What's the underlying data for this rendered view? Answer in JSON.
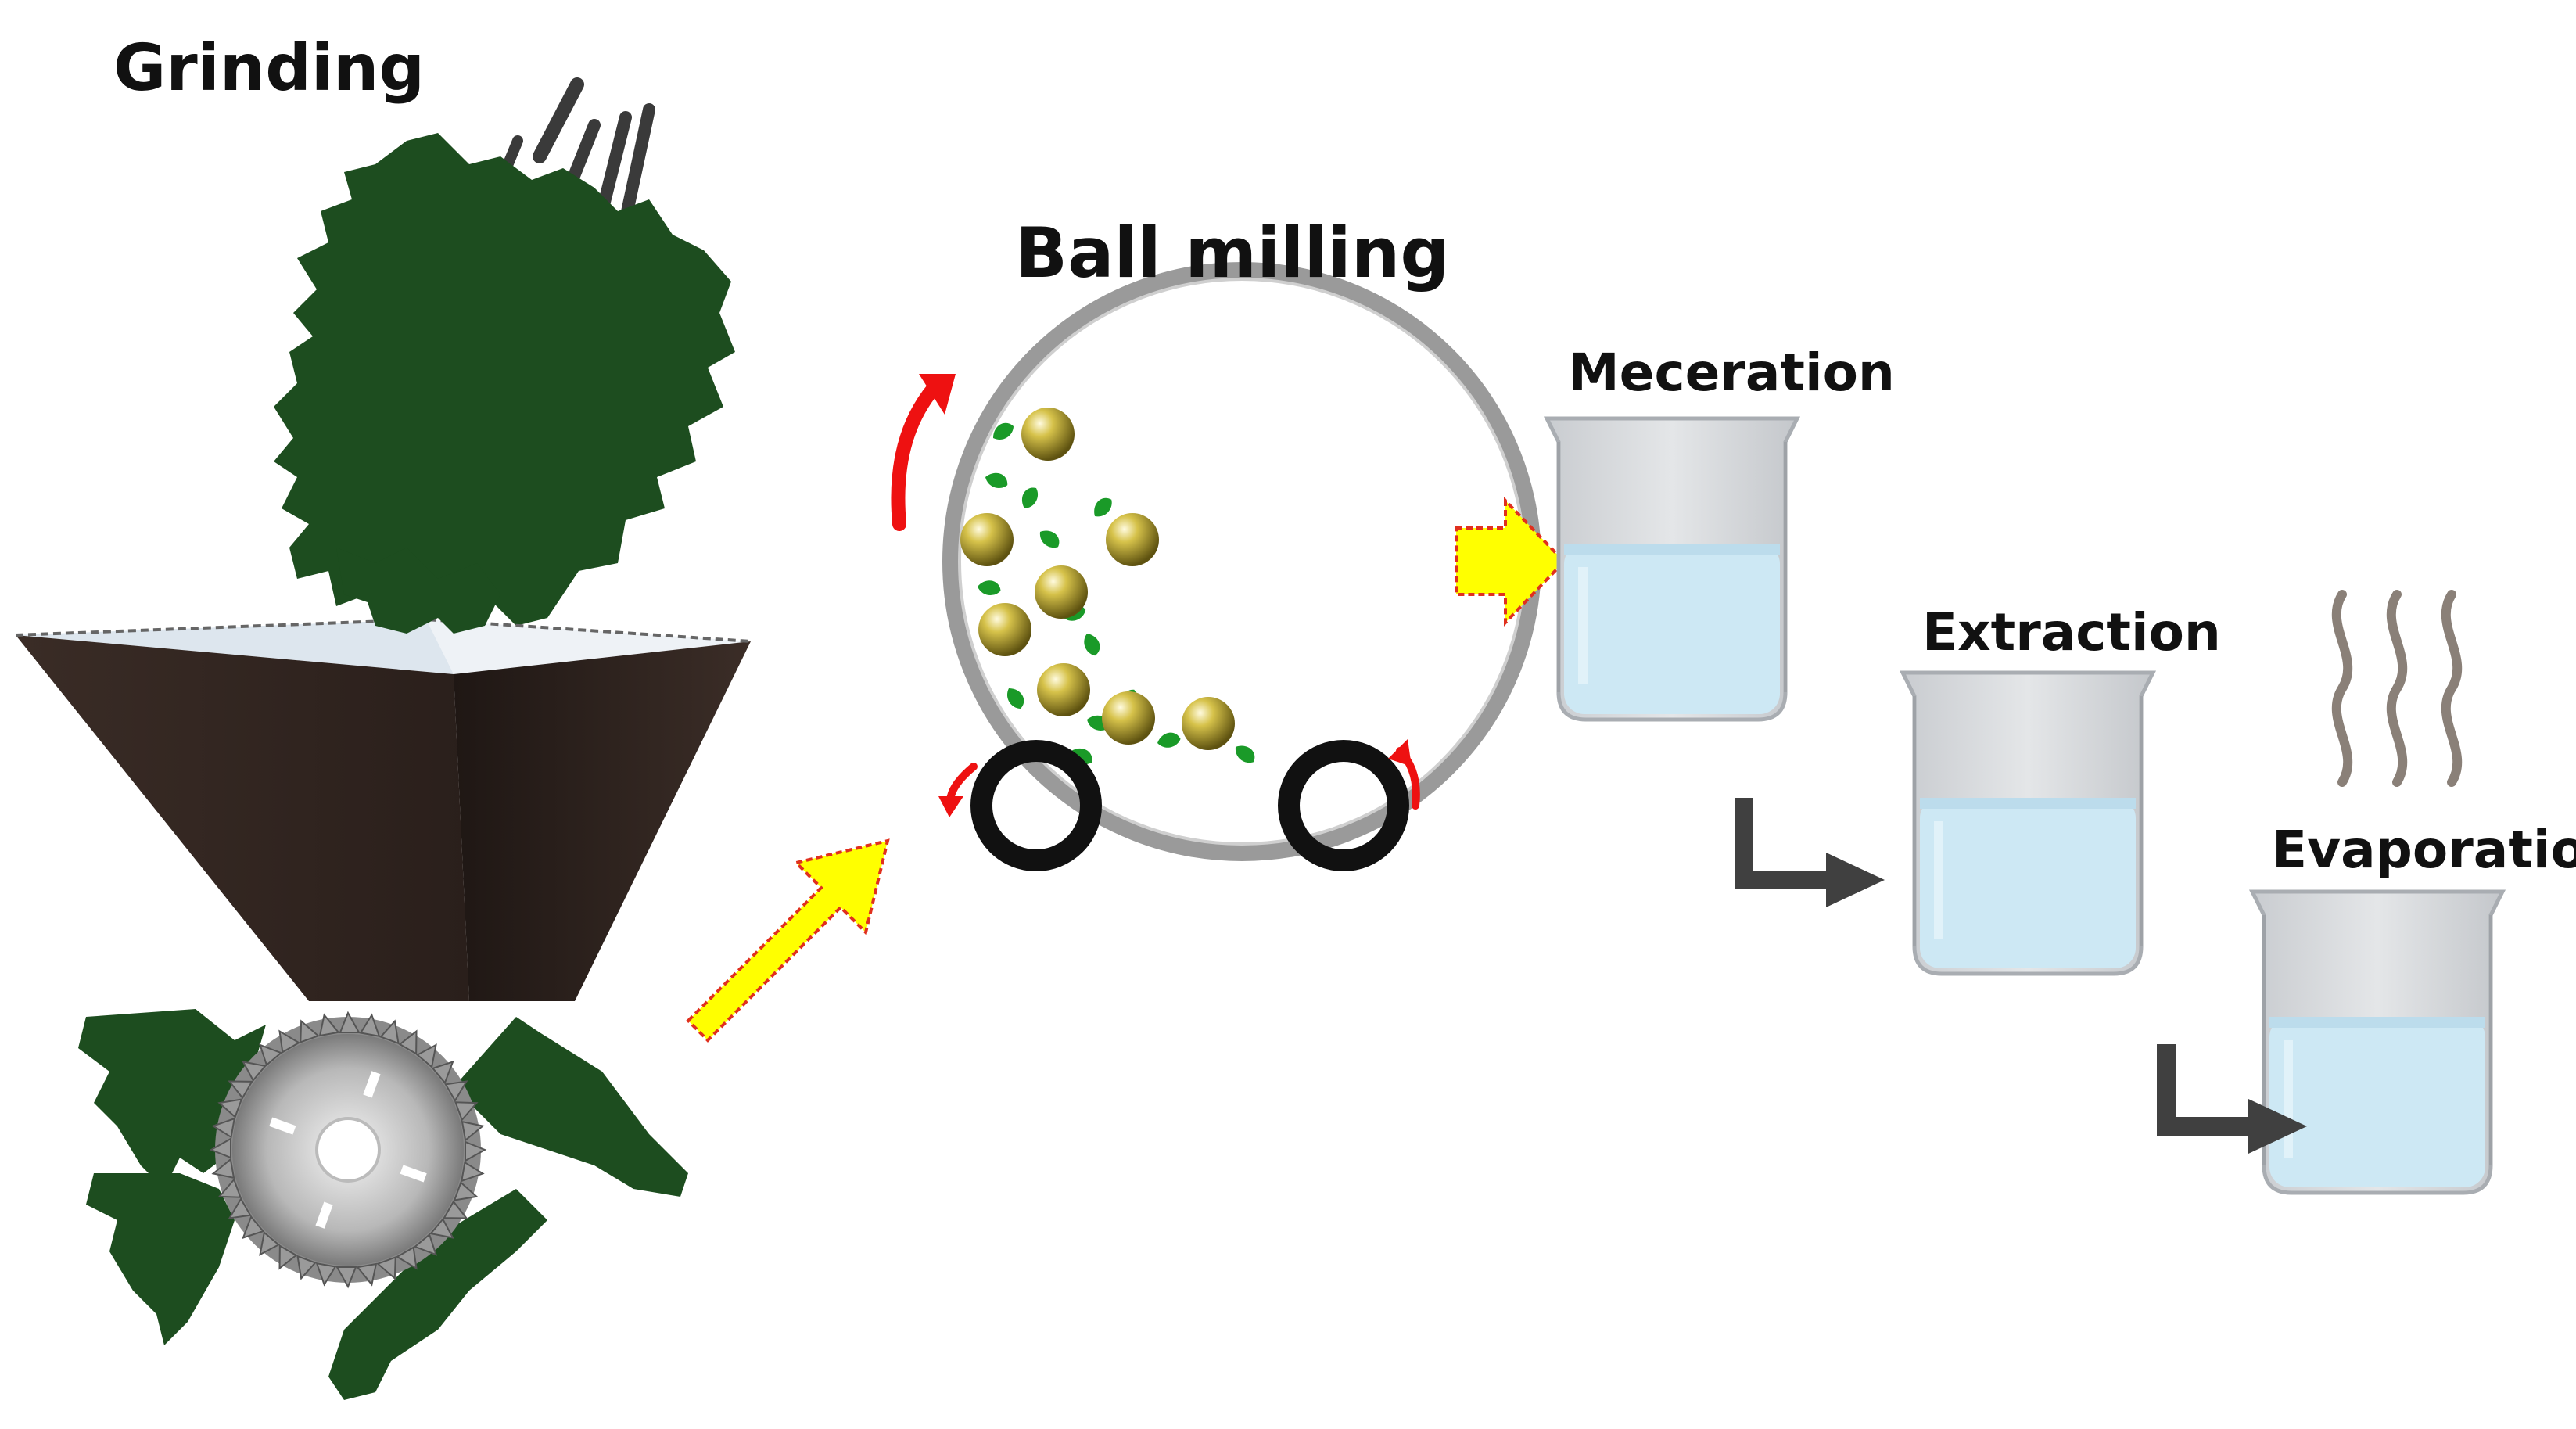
{
  "steps": {
    "grinding": "Grinding",
    "ball_milling": "Ball milling",
    "maceration": "Meceration",
    "extraction": "Extraction",
    "evaporation": "Evaporation"
  },
  "colors": {
    "foliage": "#1d4d1f",
    "hopper": "#2b201c",
    "arrow_yellow": "#ffff00",
    "arrow_border": "#e0301e",
    "rotation_arrow": "#ee1111",
    "ball": "#b8a22c",
    "liquid": "#cde8f4",
    "step_arrow": "#404040",
    "steam": "#8a8078"
  },
  "icons": [
    "saw-blade-icon",
    "grinder-hopper-icon",
    "ball-mill-drum-icon",
    "steel-ball-icon",
    "beaker-icon",
    "steam-icon"
  ]
}
